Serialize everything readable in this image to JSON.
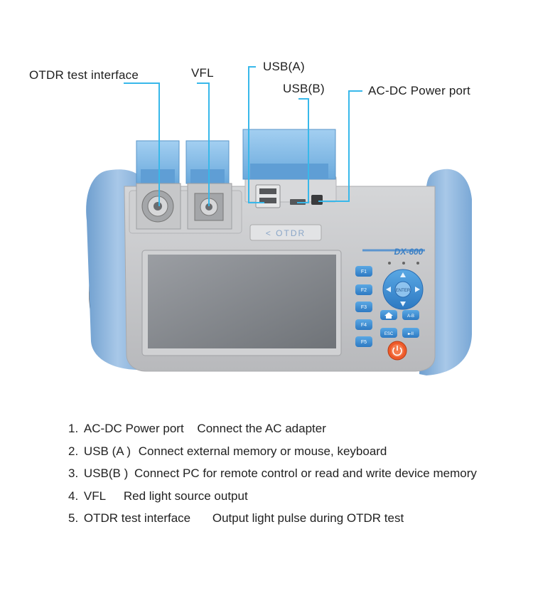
{
  "device": {
    "model": "DX-600",
    "brand_strip": "< OTDR",
    "buttons": {
      "f1": "F1",
      "f2": "F2",
      "f3": "F3",
      "f4": "F4",
      "f5": "F5",
      "enter": "ENTER",
      "ab": "A-B",
      "esc": "ESC",
      "play": "►II"
    },
    "colors": {
      "bumper": "#8fb7de",
      "body": "#c9cacc",
      "lid": "#8fc2ea",
      "callout_line": "#38b8ea",
      "power": "#ee5a2a"
    }
  },
  "callouts": {
    "otdr": "OTDR test interface",
    "vfl": "VFL",
    "usb_a": "USB(A)",
    "usb_b": "USB(B)",
    "ac_dc": "AC-DC Power port"
  },
  "legend": [
    {
      "num": "1.",
      "name": "AC-DC Power port",
      "desc": "Connect the AC adapter"
    },
    {
      "num": "2.",
      "name": "USB (A )",
      "desc": "Connect external memory or mouse, keyboard"
    },
    {
      "num": "3.",
      "name": "USB(B )",
      "desc": "Connect PC for remote control or read and write device memory"
    },
    {
      "num": "4.",
      "name": "VFL",
      "desc": "Red light source output"
    },
    {
      "num": "5.",
      "name": "OTDR test interface",
      "desc": "Output light pulse during OTDR test"
    }
  ]
}
